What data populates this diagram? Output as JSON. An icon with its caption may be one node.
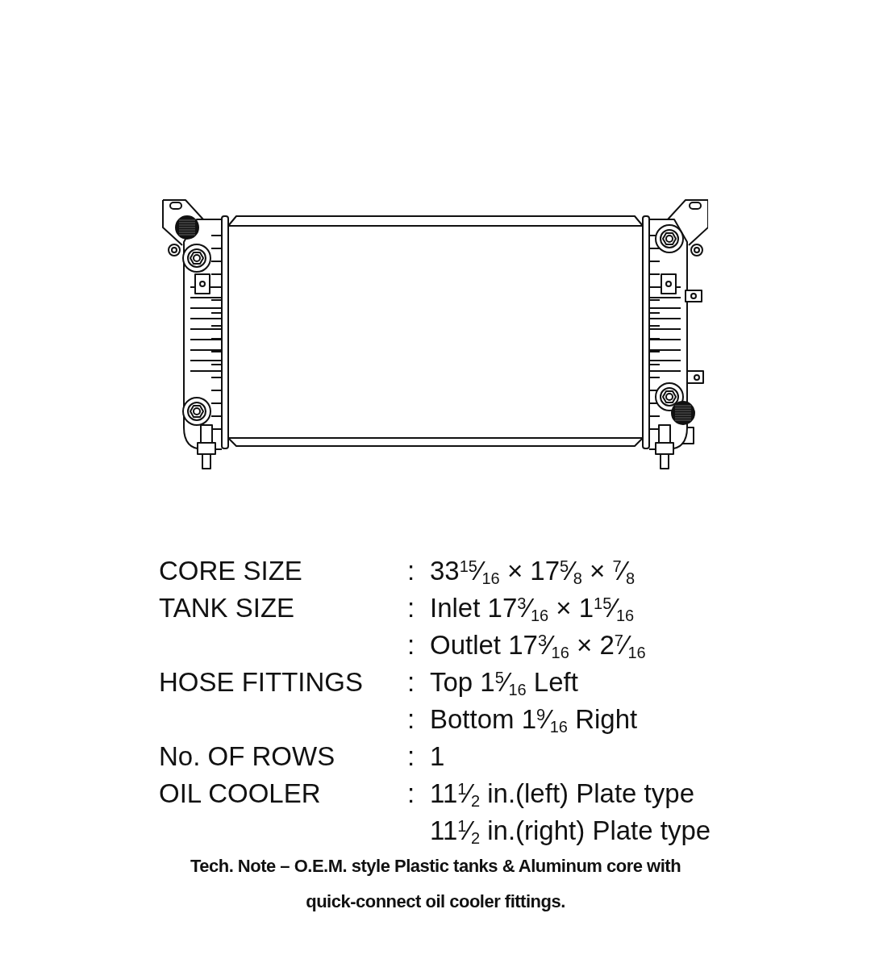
{
  "diagram": {
    "labels": [
      "CORE SIZE",
      ":",
      "33$^{15}$⁄$_{16}$ × 17$^{5}$⁄$_{8}$ × $^{7}$⁄$_{8}$",
      "TANK SIZE",
      ":",
      "Inlet 17$^{3}$⁄$_{16}$ × 1$^{15}$⁄$_{16}$",
      ":",
      "Outlet 17$^{3}$⁄$_{16}$ × 2$^{7}$⁄$_{16}$",
      "HOSE FITTINGS",
      ":",
      "Top 1$^{5}$⁄$_{16}$ Left",
      ":",
      "Bottom 1$^{9}$⁄$_{16}$ Right",
      "No. OF ROWS",
      ":",
      "1",
      "OIL COOLER",
      ":",
      "11$^{1}$⁄$_{2}$ in.(left) Plate type",
      "11$^{1}$⁄$_{2}$ in.(right) Plate type",
      "Tech. Note – O.E.M. style Plastic tanks & Aluminum core with quick-connect oil cooler fittings."
    ]
  }
}
